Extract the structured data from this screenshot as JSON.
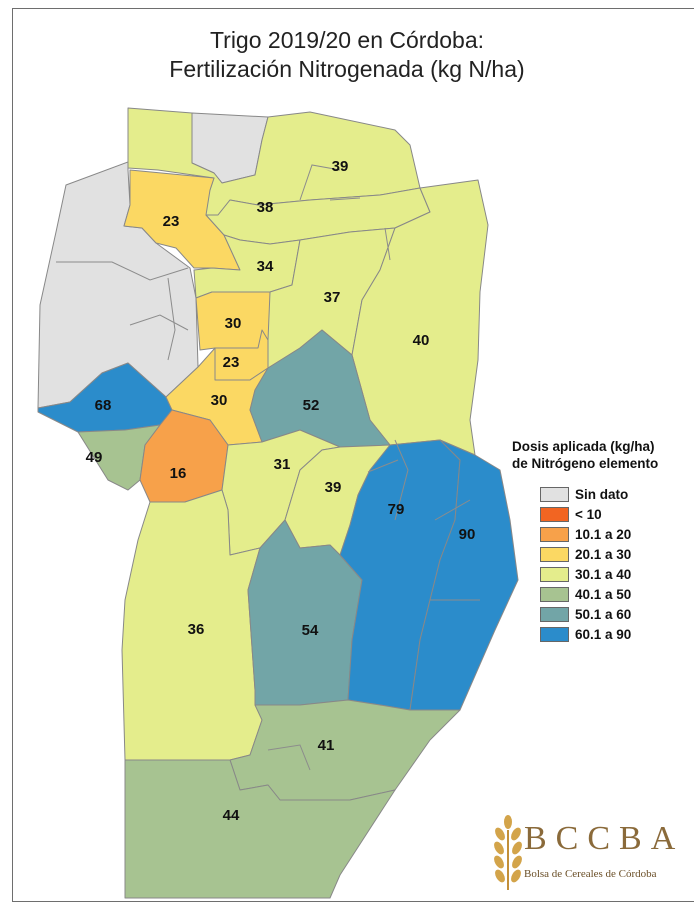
{
  "title_line1": "Trigo 2019/20 en Córdoba:",
  "title_line2": "Fertilización Nitrogenada (kg N/ha)",
  "legend": {
    "title_line1": "Dosis aplicada (kg/ha)",
    "title_line2": "de Nitrógeno elemento",
    "items": [
      {
        "label": "Sin dato",
        "color": "#e1e1e1"
      },
      {
        "label": "< 10",
        "color": "#f26522"
      },
      {
        "label": "10.1 a 20",
        "color": "#f7a14a"
      },
      {
        "label": "20.1 a 30",
        "color": "#fbd863"
      },
      {
        "label": "30.1 a 40",
        "color": "#e4ed8c"
      },
      {
        "label": "40.1 a 50",
        "color": "#a7c391"
      },
      {
        "label": "50.1 a 60",
        "color": "#72a5a7"
      },
      {
        "label": "60.1 a 90",
        "color": "#2b8ccb"
      }
    ]
  },
  "regions": [
    {
      "label": "39",
      "class": "30.1 a 40"
    },
    {
      "label": "23",
      "class": "20.1 a 30"
    },
    {
      "label": "38",
      "class": "30.1 a 40"
    },
    {
      "label": "34",
      "class": "30.1 a 40"
    },
    {
      "label": "37",
      "class": "30.1 a 40"
    },
    {
      "label": "30",
      "class": "20.1 a 30"
    },
    {
      "label": "40",
      "class": "30.1 a 40"
    },
    {
      "label": "23",
      "class": "20.1 a 30"
    },
    {
      "label": "68",
      "class": "60.1 a 90"
    },
    {
      "label": "30",
      "class": "20.1 a 30"
    },
    {
      "label": "52",
      "class": "50.1 a 60"
    },
    {
      "label": "49",
      "class": "40.1 a 50"
    },
    {
      "label": "16",
      "class": "10.1 a 20"
    },
    {
      "label": "31",
      "class": "30.1 a 40"
    },
    {
      "label": "39",
      "class": "30.1 a 40"
    },
    {
      "label": "79",
      "class": "60.1 a 90"
    },
    {
      "label": "90",
      "class": "60.1 a 90"
    },
    {
      "label": "36",
      "class": "30.1 a 40"
    },
    {
      "label": "54",
      "class": "50.1 a 60"
    },
    {
      "label": "41",
      "class": "40.1 a 50"
    },
    {
      "label": "44",
      "class": "40.1 a 50"
    }
  ],
  "logo": {
    "name": "BCCBA",
    "subtitle": "Bolsa de Cereales de Córdoba",
    "color": "#8a6a3a"
  }
}
